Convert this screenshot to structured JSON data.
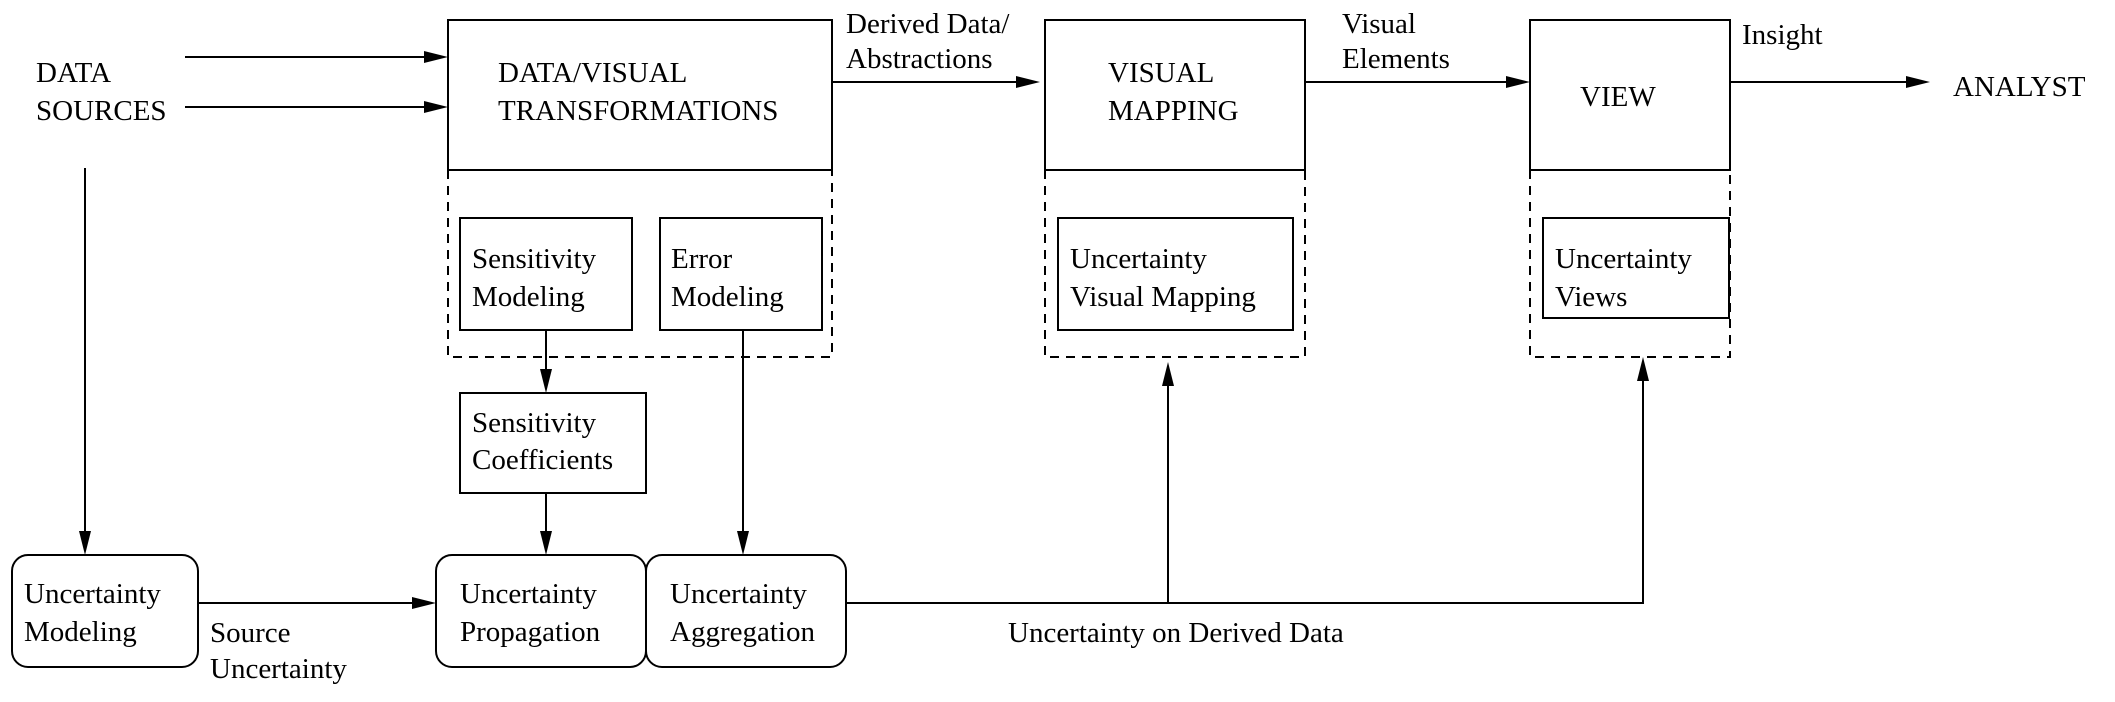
{
  "sources": {
    "line1": "DATA",
    "line2": "SOURCES"
  },
  "transform_box": {
    "line1": "DATA/VISUAL",
    "line2": "TRANSFORMATIONS"
  },
  "mapping_box": {
    "line1": "VISUAL",
    "line2": "MAPPING"
  },
  "view_box": {
    "label": "VIEW"
  },
  "analyst": {
    "label": "ANALYST"
  },
  "sensitivity_modeling": {
    "line1": "Sensitivity",
    "line2": "Modeling"
  },
  "error_modeling": {
    "line1": "Error",
    "line2": "Modeling"
  },
  "uncertainty_visual_mapping": {
    "line1": "Uncertainty",
    "line2": "Visual Mapping"
  },
  "uncertainty_views": {
    "line1": "Uncertainty",
    "line2": "Views"
  },
  "sensitivity_coefficients": {
    "line1": "Sensitivity",
    "line2": "Coefficients"
  },
  "uncertainty_modeling": {
    "line1": "Uncertainty",
    "line2": "Modeling"
  },
  "uncertainty_propagation": {
    "line1": "Uncertainty",
    "line2": "Propagation"
  },
  "uncertainty_aggregation": {
    "line1": "Uncertainty",
    "line2": "Aggregation"
  },
  "edge_labels": {
    "derived_1": "Derived Data/",
    "derived_2": "Abstractions",
    "visual_1": "Visual",
    "visual_2": "Elements",
    "insight": "Insight",
    "source_1": "Source",
    "source_2": "Uncertainty",
    "derived_uncertainty": "Uncertainty on Derived Data"
  }
}
